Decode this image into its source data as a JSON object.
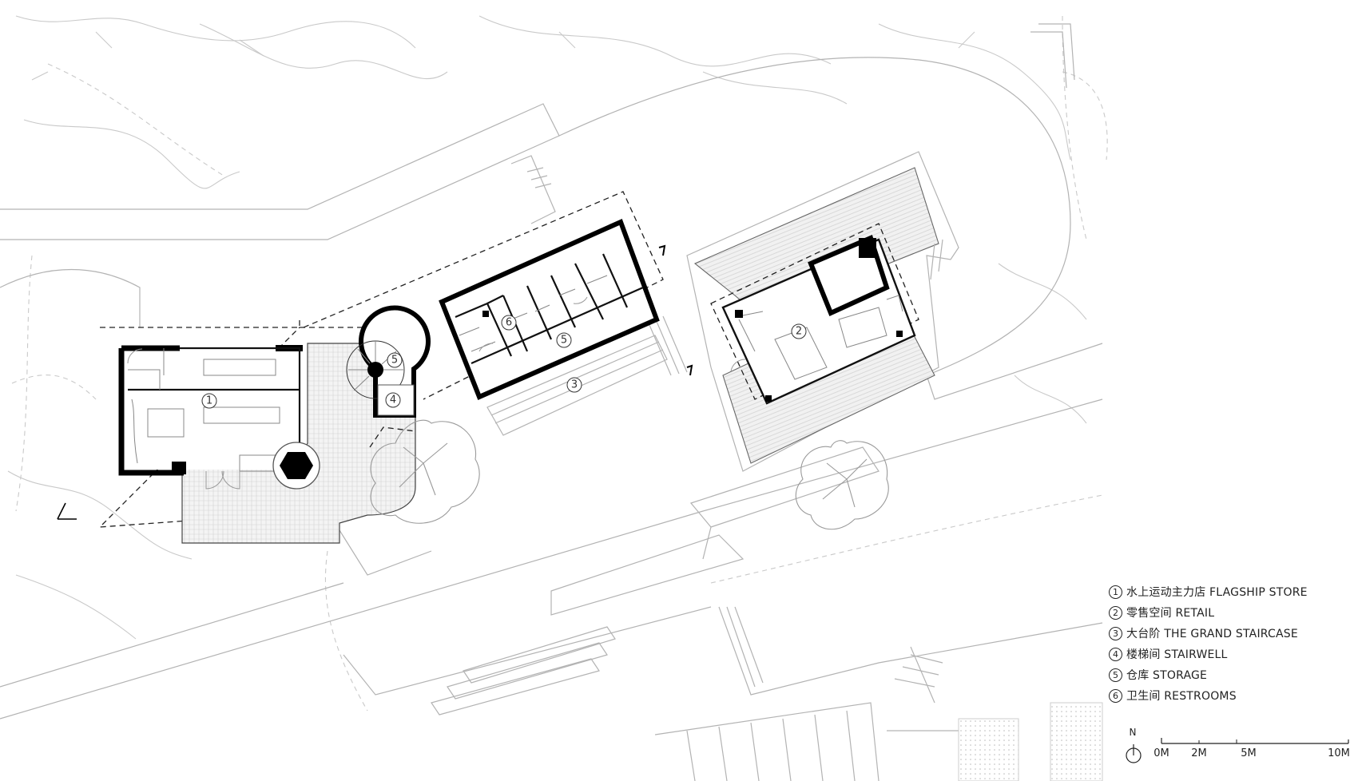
{
  "legend": {
    "items": [
      {
        "num": "1",
        "label": "水上运动主力店 FLAGSHIP STORE"
      },
      {
        "num": "2",
        "label": "零售空间 RETAIL"
      },
      {
        "num": "3",
        "label": "大台阶 THE GRAND STAIRCASE"
      },
      {
        "num": "4",
        "label": "楼梯间 STAIRWELL"
      },
      {
        "num": "5",
        "label": "仓库 STORAGE"
      },
      {
        "num": "6",
        "label": "卫生间 RESTROOMS"
      }
    ]
  },
  "north": {
    "label": "N"
  },
  "scale": {
    "ticks": [
      "0M",
      "2M",
      "5M",
      "10M"
    ]
  },
  "plan_tags": {
    "flagship": "1",
    "retail": "2",
    "staircase": "3",
    "stairwell": "4",
    "storage_stair": "5",
    "storage_block": "5",
    "restrooms": "6"
  }
}
